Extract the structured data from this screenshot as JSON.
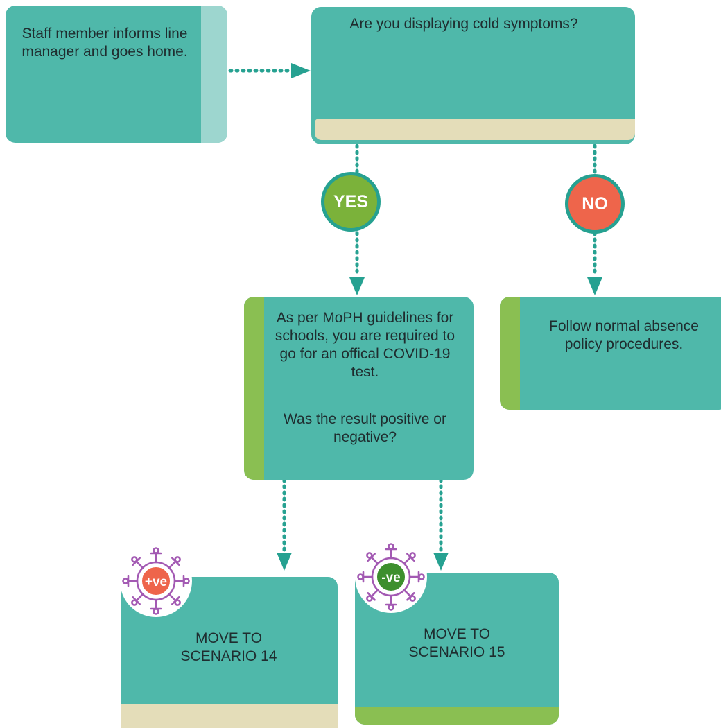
{
  "boxes": {
    "inform": "Staff member informs line manager and goes home.",
    "question": "Are you displaying cold symptoms?",
    "test_p1": "As per MoPH guidelines for schools, you are required to go for an offical COVID-19 test.",
    "test_p2": "Was the result positive or negative?",
    "normal": "Follow normal absence policy procedures.",
    "scenario14": "MOVE TO SCENARIO 14",
    "scenario15": "MOVE TO SCENARIO 15"
  },
  "badges": {
    "yes": "YES",
    "no": "NO",
    "positive": "+ve",
    "negative": "-ve"
  },
  "colors": {
    "teal": "#4fb8aa",
    "light_teal": "#9dd6cf",
    "beige": "#e4ddb9",
    "green_strip": "#8abf52",
    "yes_green": "#7bb23a",
    "no_red": "#ee654b",
    "positive_red": "#ee654b",
    "negative_green": "#3d8f2e",
    "virus_purple": "#a35ab3",
    "arrow": "#26a191"
  },
  "icons": {
    "positive": "virus-icon",
    "negative": "virus-icon"
  }
}
